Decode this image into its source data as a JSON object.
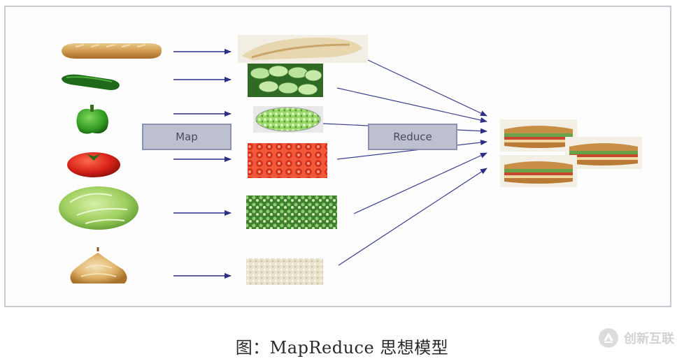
{
  "diagram": {
    "map_label": "Map",
    "reduce_label": "Reduce",
    "inputs": [
      "baguette",
      "cucumber",
      "green-pepper",
      "tomato",
      "lettuce",
      "onion"
    ],
    "mapped": [
      "sliced-baguette",
      "sliced-cucumber",
      "chopped-pepper",
      "sliced-tomato",
      "shredded-lettuce",
      "diced-onion"
    ],
    "output": "sandwiches"
  },
  "caption": "图：MapReduce 思想模型",
  "watermark": {
    "text": "创新互联",
    "icon": "brand-logo-icon",
    "color": "#d2d2d2"
  },
  "colors": {
    "arrow": "#2b2f86",
    "box_fill": "#bcc0cf",
    "box_border": "#8c90b4"
  }
}
